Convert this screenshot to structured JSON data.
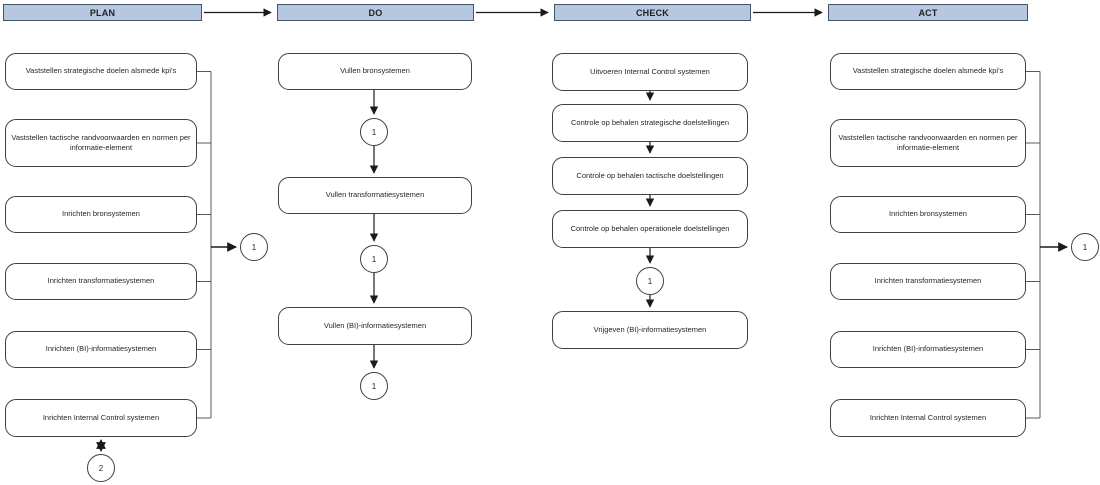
{
  "header": {
    "phases": [
      {
        "label": "PLAN"
      },
      {
        "label": "DO"
      },
      {
        "label": "CHECK"
      },
      {
        "label": "ACT"
      }
    ]
  },
  "plan": {
    "steps": [
      {
        "label": "Vaststellen strategische doelen alsmede kpi's"
      },
      {
        "label": "Vaststellen tactische randvoorwaarden en normen per informatie-element"
      },
      {
        "label": "Inrichten bronsystemen"
      },
      {
        "label": "Inrichten transformatiesystemen"
      },
      {
        "label": "Inrichten (BI)-informatiesystemen"
      },
      {
        "label": "Inrichten Internal Control systemen"
      }
    ],
    "side_connector": {
      "label": "1"
    },
    "bottom_connector": {
      "label": "2"
    }
  },
  "do": {
    "steps": [
      {
        "label": "Vullen bronsystemen"
      },
      {
        "label": "Vullen transformatiesystemen"
      },
      {
        "label": "Vullen (BI)-informatiesystemen"
      }
    ],
    "connectors": [
      {
        "label": "1"
      },
      {
        "label": "1"
      },
      {
        "label": "1"
      }
    ]
  },
  "check": {
    "steps": [
      {
        "label": "Uitvoeren Internal Control systemen"
      },
      {
        "label": "Controle op behalen strategische doelstellingen"
      },
      {
        "label": "Controle op behalen tactische doelstellingen"
      },
      {
        "label": "Controle op behalen operationele doelstellingen"
      },
      {
        "label": "Vrijgeven (BI)-informatiesystemen"
      }
    ],
    "connector": {
      "label": "1"
    }
  },
  "act": {
    "steps": [
      {
        "label": "Vaststellen strategische doelen alsmede kpi's"
      },
      {
        "label": "Vaststellen tactische randvoorwaarden en normen per informatie-element"
      },
      {
        "label": "Inrichten bronsystemen"
      },
      {
        "label": "Inrichten transformatiesystemen"
      },
      {
        "label": "Inrichten (BI)-informatiesystemen"
      },
      {
        "label": "Inrichten Internal Control systemen"
      }
    ],
    "side_connector": {
      "label": "1"
    }
  },
  "colors": {
    "header_fill": "#b8c7e0",
    "header_border": "#44546a",
    "box_border": "#404040",
    "line": "#1a1a1a",
    "bracket_line": "#595959"
  }
}
